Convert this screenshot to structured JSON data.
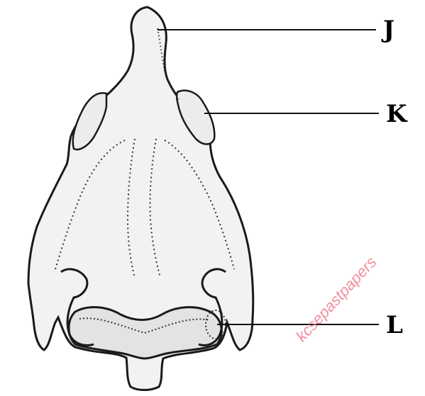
{
  "labels": {
    "j": "J",
    "k": "K",
    "l": "L"
  },
  "watermark": "kcsepastpapers",
  "colors": {
    "ink": "#1a1a1a",
    "fill": "#f2f2f2",
    "watermark": "#f27a8e"
  }
}
